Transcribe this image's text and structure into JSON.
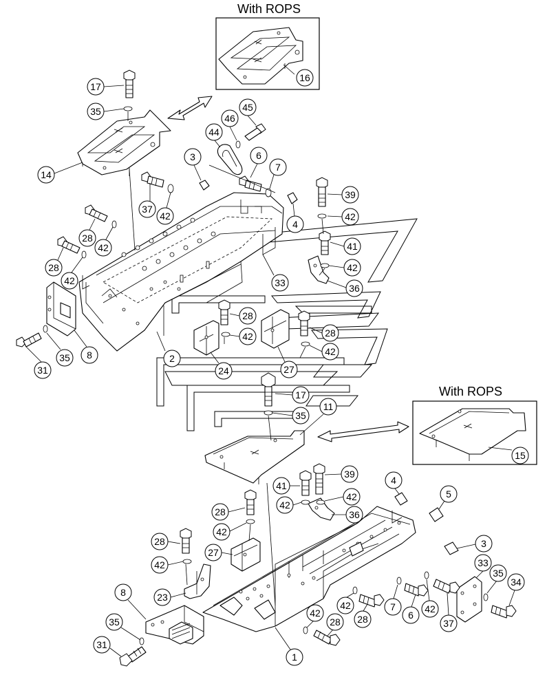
{
  "rops_top": {
    "title": "With ROPS"
  },
  "rops_right": {
    "title": "With ROPS"
  },
  "callouts": {
    "c16": "16",
    "c17a": "17",
    "c35a": "35",
    "c14": "14",
    "c45": "45",
    "c46": "46",
    "c44": "44",
    "c3a": "3",
    "c6a": "6",
    "c7a": "7",
    "c39a": "39",
    "c42a": "42",
    "c4a": "4",
    "c37a": "37",
    "c42b": "42",
    "c28a": "28",
    "c42c": "42",
    "c28b": "28",
    "c41a": "41",
    "c42d": "42",
    "c42e": "42",
    "c33a": "33",
    "c36a": "36",
    "c28c": "28",
    "c42f": "42",
    "c28d": "28",
    "c42g": "42",
    "c31a": "31",
    "c35b": "35",
    "c8a": "8",
    "c2": "2",
    "c24": "24",
    "c27a": "27",
    "c17b": "17",
    "c35c": "35",
    "c11": "11",
    "c15": "15",
    "c39b": "39",
    "c41b": "41",
    "c42h": "42",
    "c42i": "42",
    "c4b": "4",
    "c5": "5",
    "c36b": "36",
    "c28e": "28",
    "c42j": "42",
    "c3b": "3",
    "c28f": "28",
    "c27b": "27",
    "c42k": "42",
    "c23": "23",
    "c33b": "33",
    "c35d": "35",
    "c34": "34",
    "c8b": "8",
    "c7b": "7",
    "c6b": "6",
    "c42l": "42",
    "c37b": "37",
    "c42m": "42",
    "c28g": "28",
    "c28h": "28",
    "c35e": "35",
    "c42n": "42",
    "c31b": "31",
    "c1": "1"
  }
}
